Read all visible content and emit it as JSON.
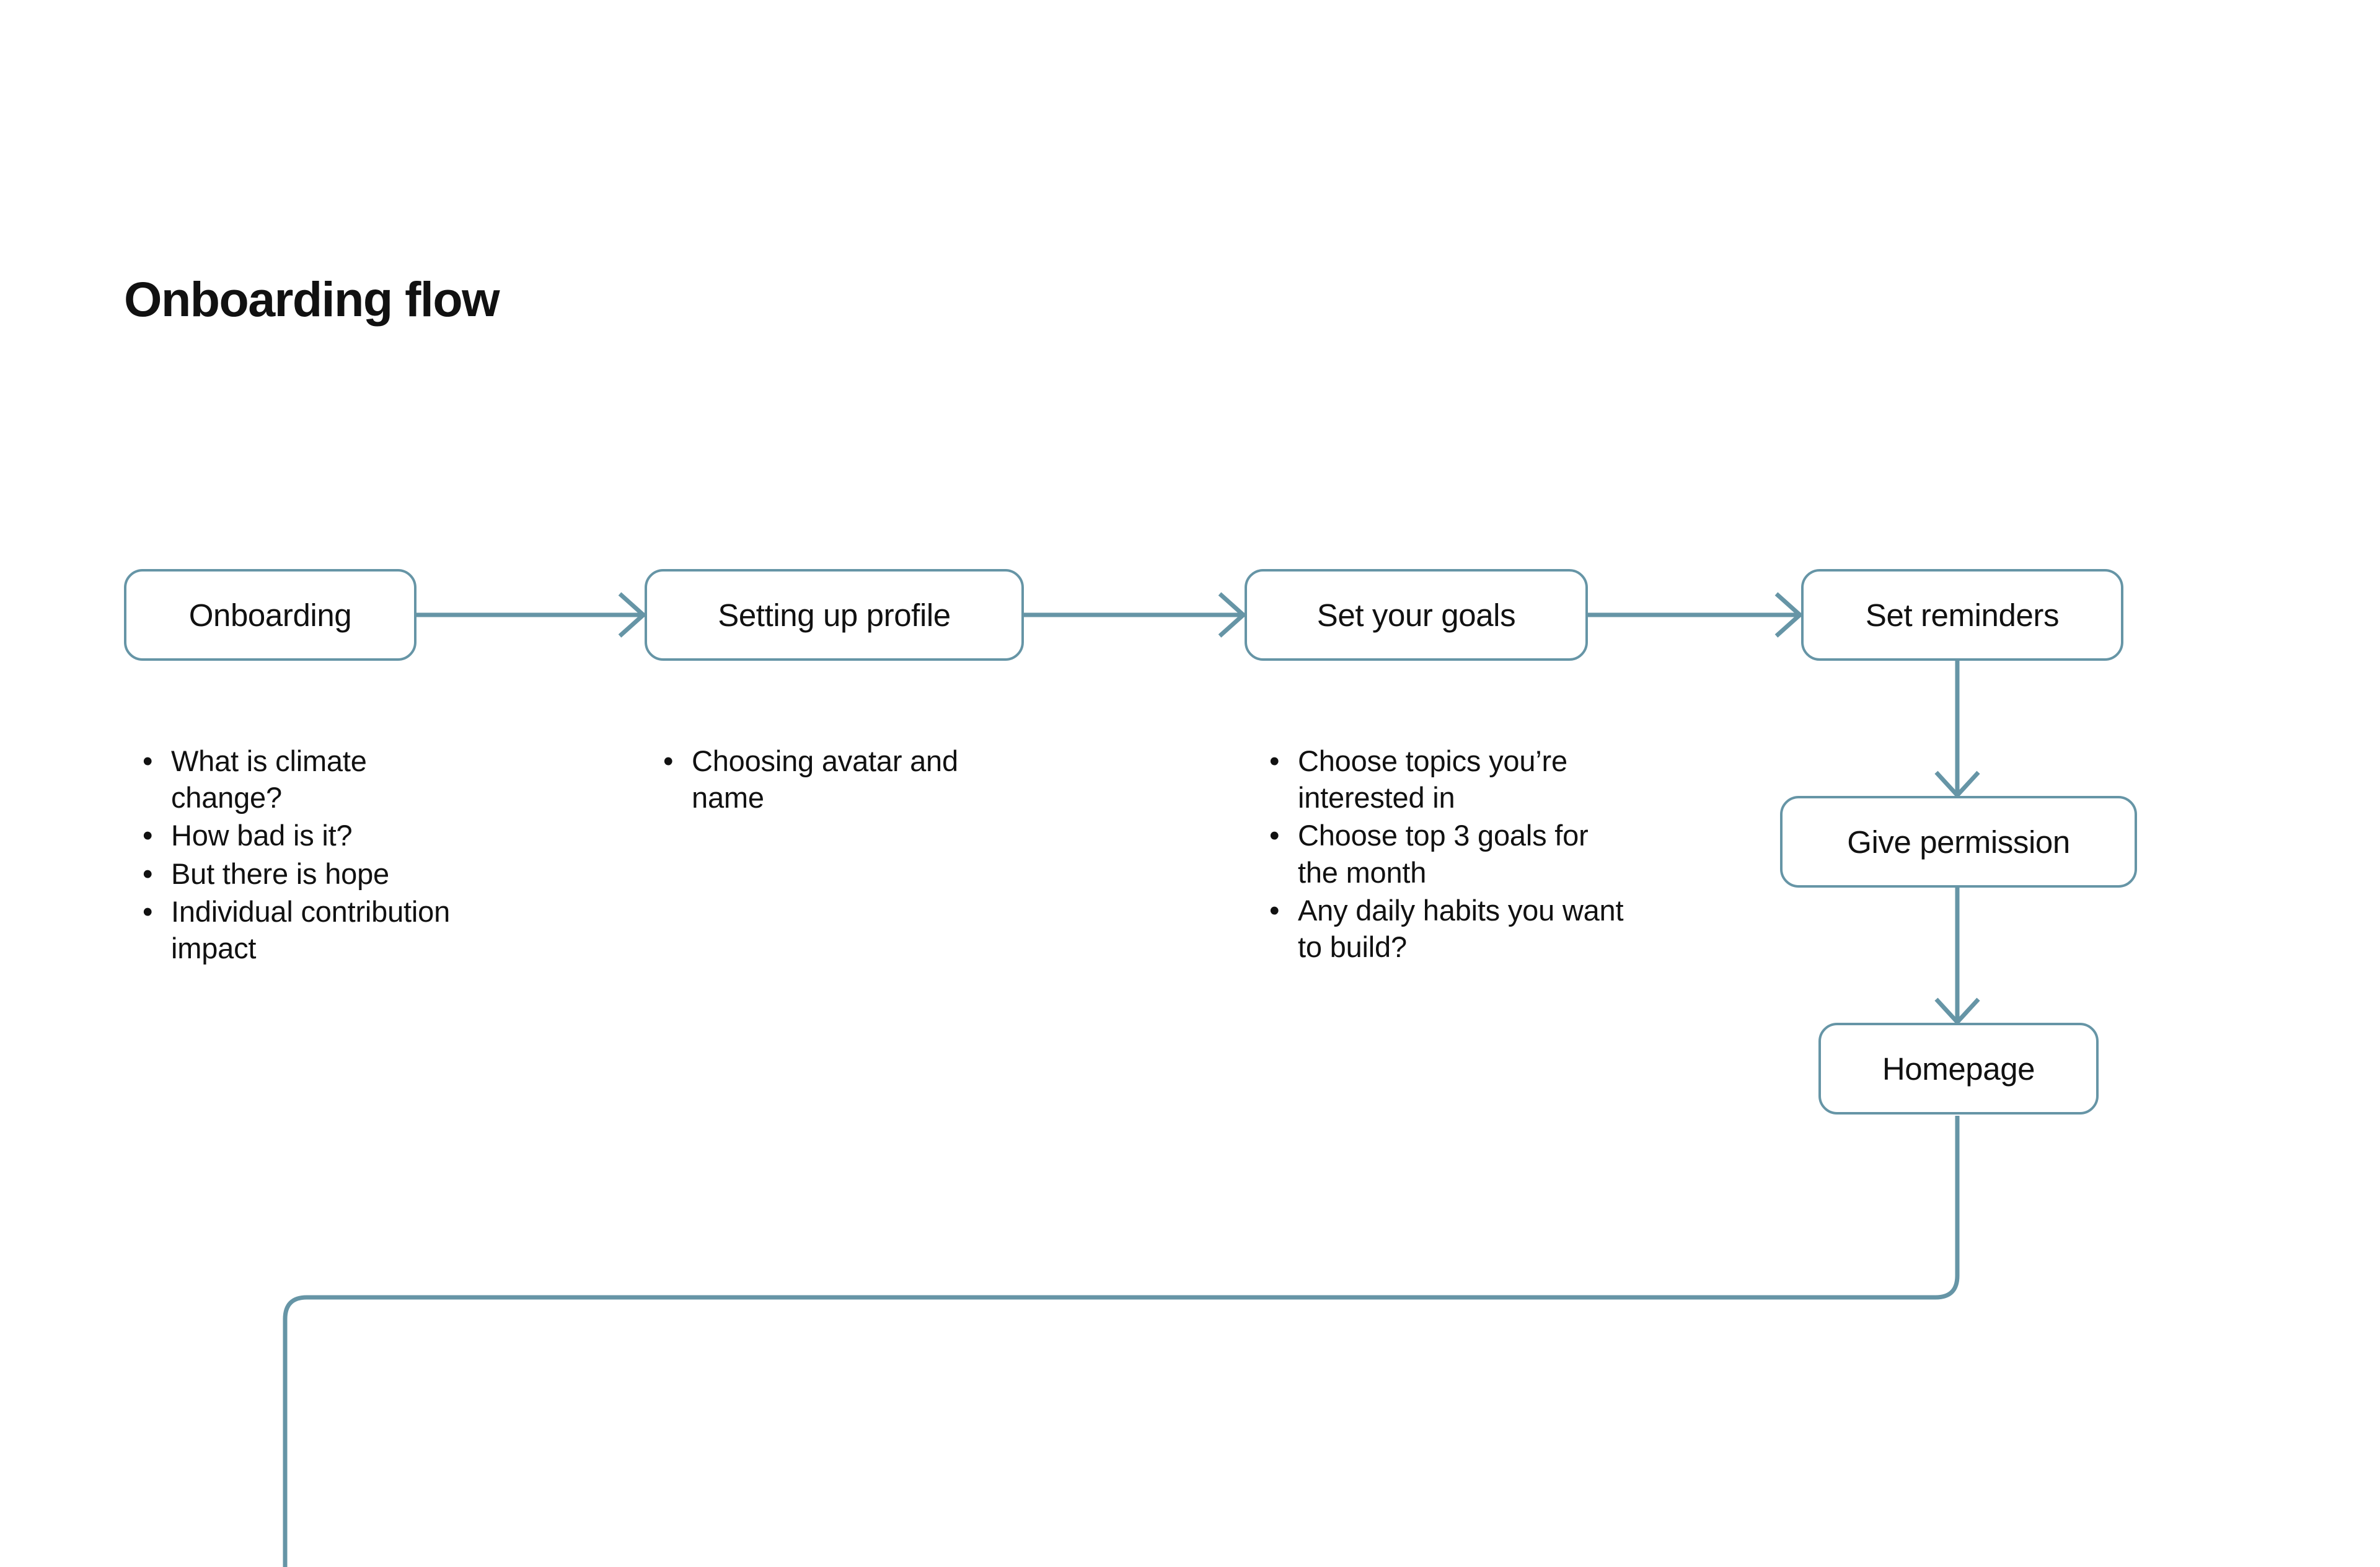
{
  "page": {
    "title": "Onboarding flow",
    "background_color": "#ffffff",
    "text_color": "#111111"
  },
  "theme": {
    "connector_color": "#6695a6",
    "node_border_color": "#6695a6",
    "node_fill_color": "#ffffff"
  },
  "flow": {
    "nodes": [
      {
        "id": "onboarding",
        "label": "Onboarding"
      },
      {
        "id": "setting-up-profile",
        "label": "Setting up profile"
      },
      {
        "id": "set-your-goals",
        "label": "Set your goals"
      },
      {
        "id": "set-reminders",
        "label": "Set reminders"
      },
      {
        "id": "give-permission",
        "label": "Give permission"
      },
      {
        "id": "homepage",
        "label": "Homepage"
      }
    ]
  },
  "notes": {
    "columns": [
      {
        "for_node": "onboarding",
        "bullet_glyph": "•",
        "items": [
          "What is climate change?",
          "How bad is it?",
          "But there is hope",
          "Individual contribution impact"
        ]
      },
      {
        "for_node": "setting-up-profile",
        "bullet_glyph": "•",
        "items": [
          "Choosing avatar and name"
        ]
      },
      {
        "for_node": "set-your-goals",
        "bullet_glyph": "•",
        "items": [
          "Choose topics you’re interested in",
          "Choose top 3 goals for the month",
          "Any daily habits you want to build?"
        ]
      }
    ]
  }
}
